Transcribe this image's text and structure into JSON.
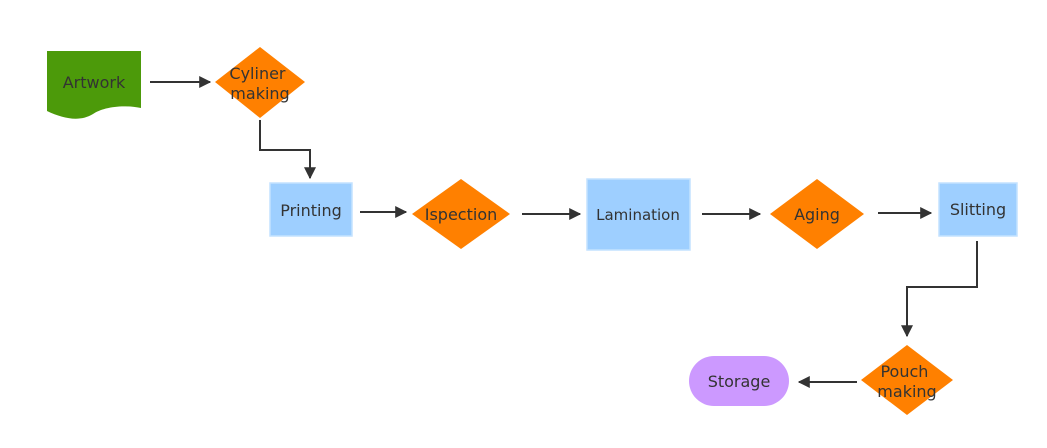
{
  "colors": {
    "document": "#4c9a0a",
    "decision": "#ff8000",
    "process": "#9ecfff",
    "process_border": "#c4e2ff",
    "terminal": "#cc99ff",
    "connector": "#333333",
    "label": "#333333"
  },
  "nodes": {
    "artwork": {
      "label": "Artwork",
      "shape": "document"
    },
    "cylinder_making": {
      "label_lines": [
        "Cyliner",
        "making"
      ],
      "shape": "decision"
    },
    "printing": {
      "label": "Printing",
      "shape": "process"
    },
    "inspection": {
      "label": "Ispection",
      "shape": "decision"
    },
    "lamination": {
      "label": "Lamination",
      "shape": "process"
    },
    "aging": {
      "label": "Aging",
      "shape": "decision"
    },
    "slitting": {
      "label": "Slitting",
      "shape": "process"
    },
    "pouch_making": {
      "label_lines": [
        "Pouch",
        "making"
      ],
      "shape": "decision"
    },
    "storage": {
      "label": "Storage",
      "shape": "terminal"
    }
  },
  "edges": [
    {
      "from": "artwork",
      "to": "cylinder_making"
    },
    {
      "from": "cylinder_making",
      "to": "printing"
    },
    {
      "from": "printing",
      "to": "inspection"
    },
    {
      "from": "inspection",
      "to": "lamination"
    },
    {
      "from": "lamination",
      "to": "aging"
    },
    {
      "from": "aging",
      "to": "slitting"
    },
    {
      "from": "slitting",
      "to": "pouch_making"
    },
    {
      "from": "pouch_making",
      "to": "storage"
    }
  ]
}
